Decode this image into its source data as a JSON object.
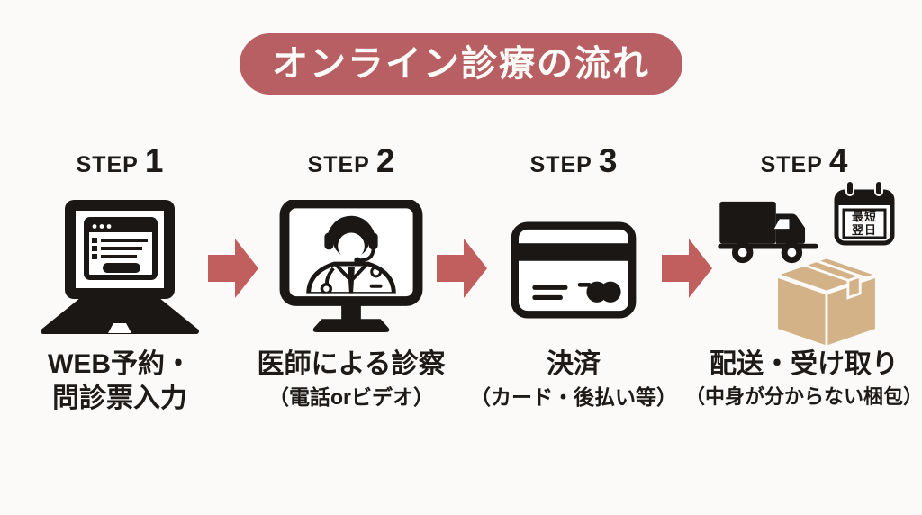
{
  "title": "オンライン診療の流れ",
  "colors": {
    "background": "#fbfaf9",
    "accent": "#b85f63",
    "arrow": "#c15e5e",
    "icon_black": "#1a1714",
    "box_tan": "#d2b286",
    "text_black": "#1d1a17"
  },
  "steps": [
    {
      "label": "STEP",
      "number": "1",
      "icon": "laptop-web-form-icon",
      "caption_line1": "WEB予約・",
      "caption_line2": "問診票入力"
    },
    {
      "label": "STEP",
      "number": "2",
      "icon": "monitor-doctor-icon",
      "caption_line1": "医師による診察",
      "caption_line2": "（電話orビデオ）"
    },
    {
      "label": "STEP",
      "number": "3",
      "icon": "credit-card-icon",
      "caption_line1": "決済",
      "caption_line2": "（カード・後払い等）"
    },
    {
      "label": "STEP",
      "number": "4",
      "icon": "truck-calendar-parcel-icons",
      "caption_line1": "配送・受け取り",
      "caption_line2": "（中身が分からない梱包）",
      "calendar_badge_line1": "最短",
      "calendar_badge_line2": "翌日"
    }
  ]
}
